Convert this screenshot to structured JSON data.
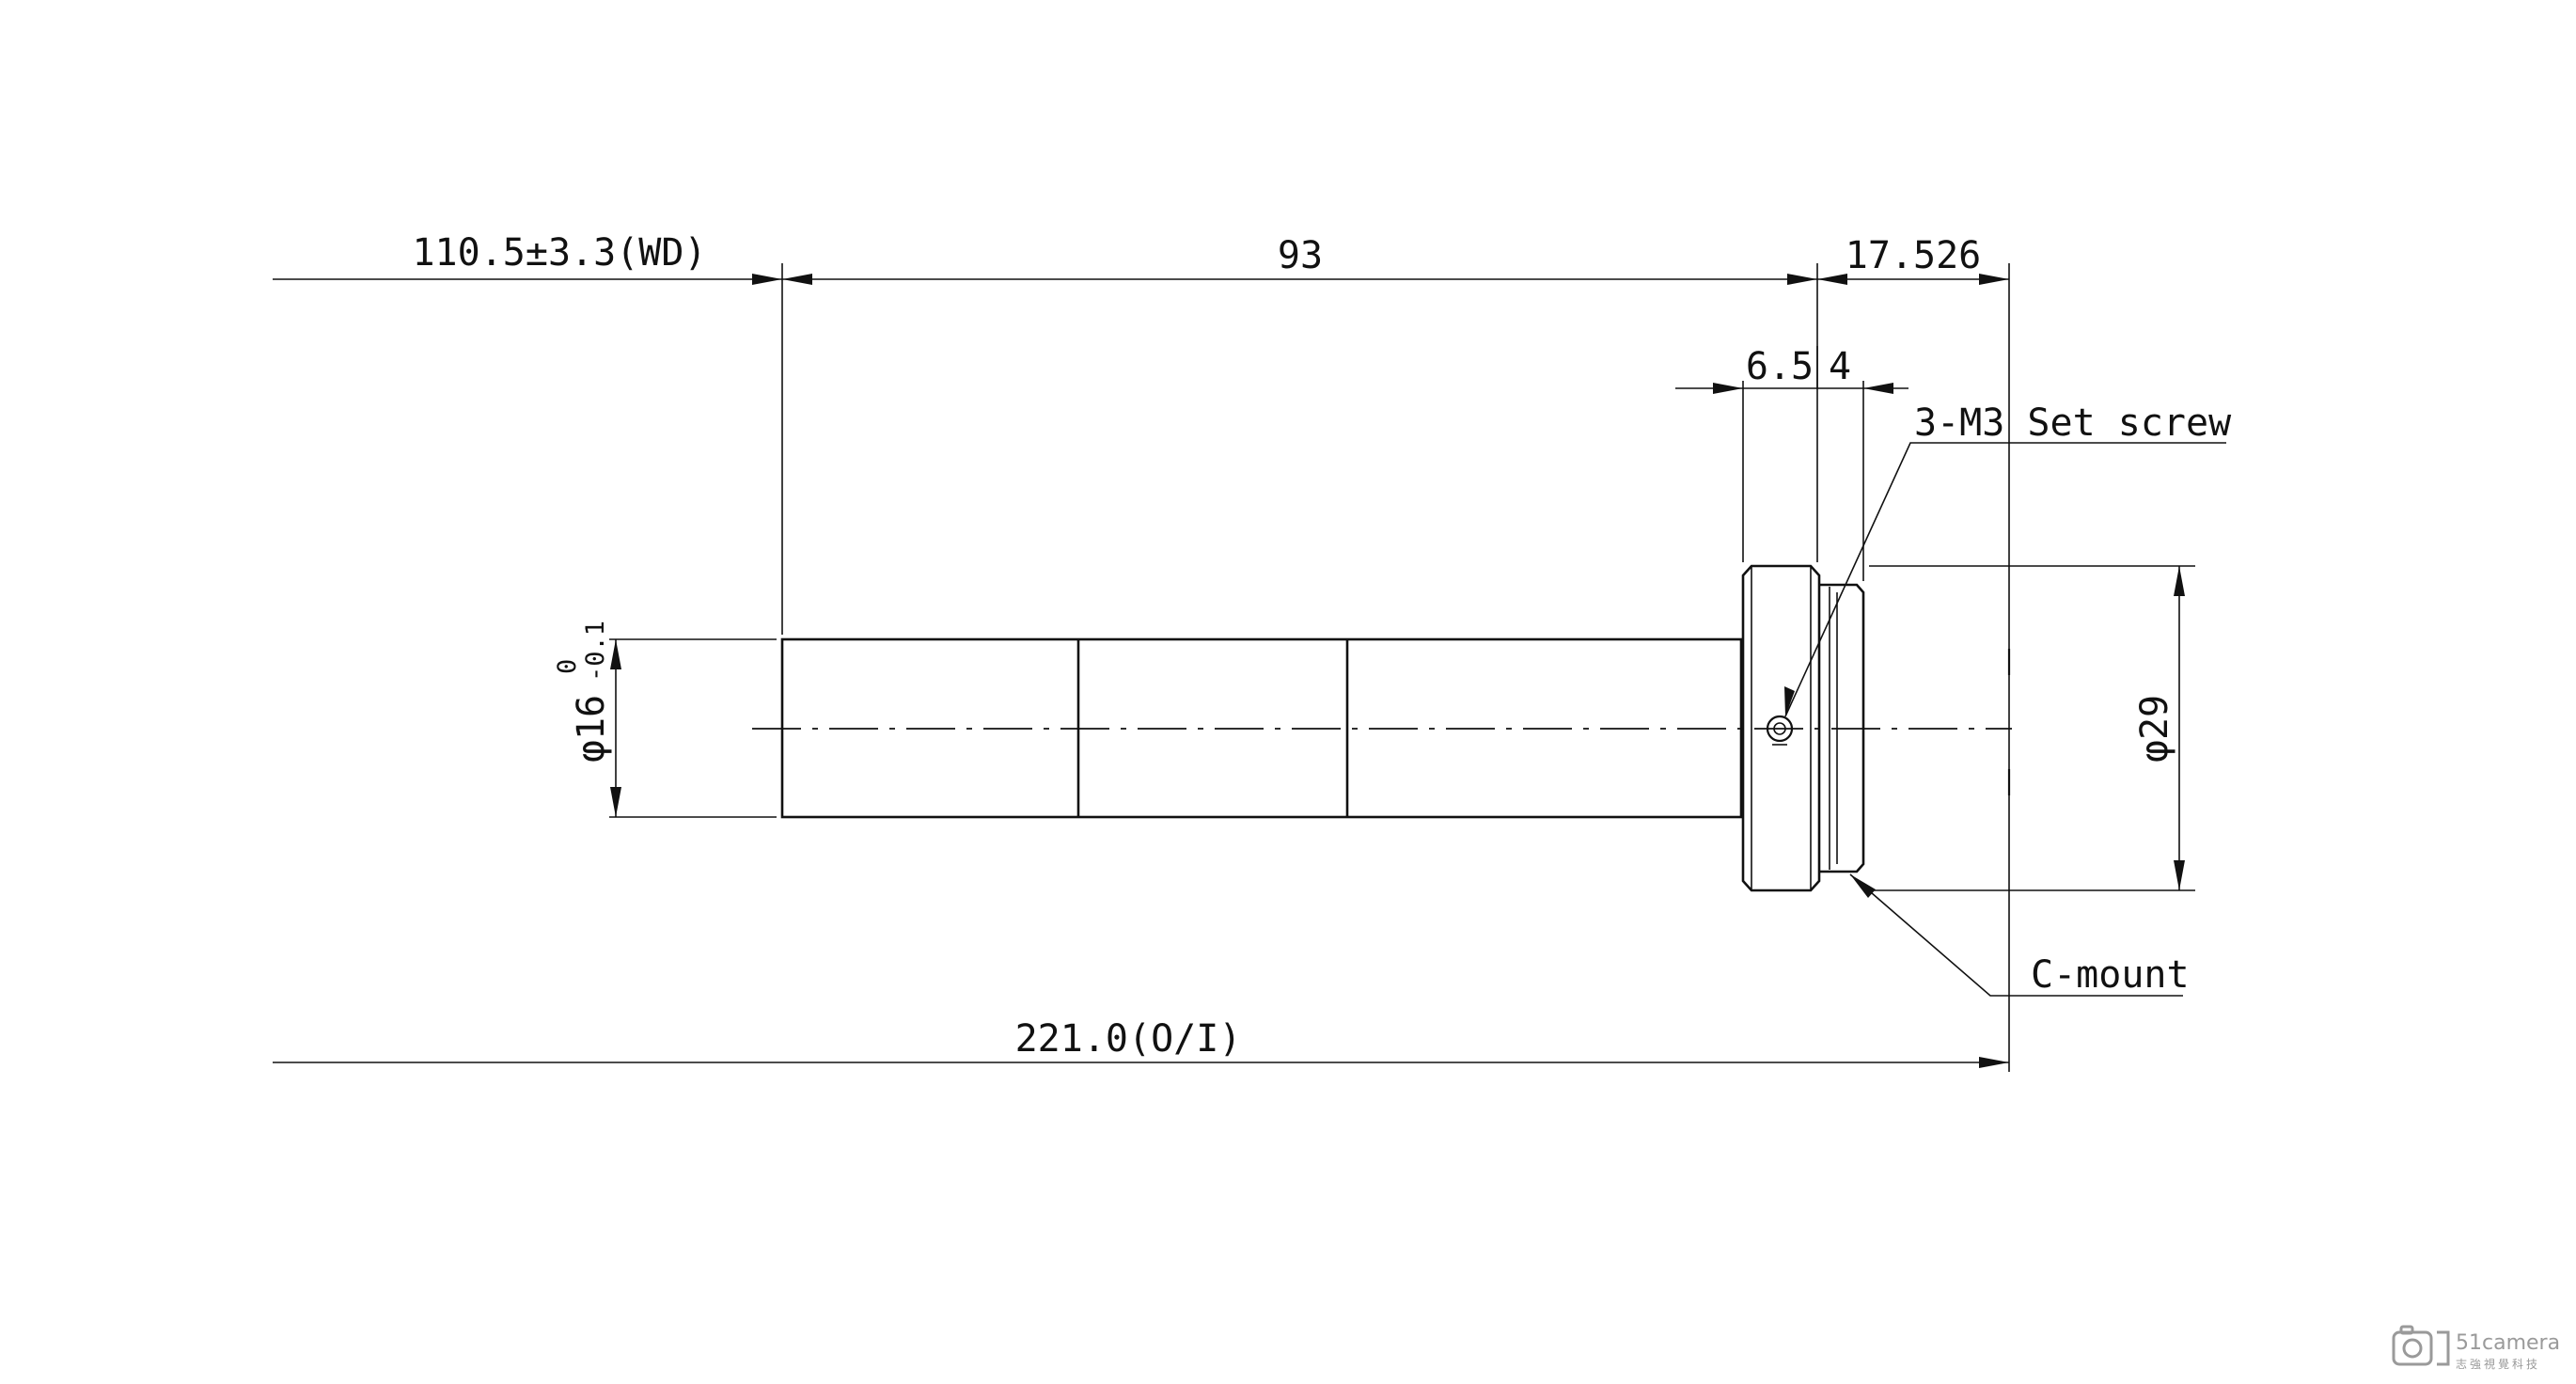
{
  "dimensions": {
    "working_distance": "110.5±3.3(WD)",
    "body_length": "93",
    "back_section": "17.526",
    "ring_width": "6.5",
    "thread_width": "4",
    "total_length": "221.0(O/I)",
    "barrel_diameter_symbol": "φ16",
    "barrel_diameter_upper": "0",
    "barrel_diameter_lower": "-0.1",
    "mount_diameter": "φ29"
  },
  "callouts": {
    "set_screw": "3-M3 Set screw",
    "mount": "C-mount"
  },
  "watermark": {
    "brand": "51camera",
    "subtitle": "志強視覺科技"
  },
  "colors": {
    "line": "#111111",
    "background": "#ffffff",
    "watermark": "#9a9a9a"
  }
}
